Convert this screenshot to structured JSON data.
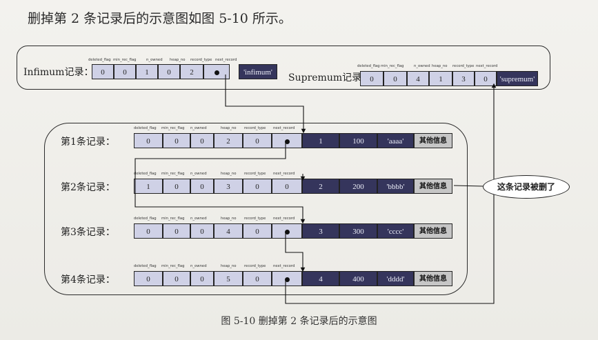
{
  "heading": "删掉第 2 条记录后的示意图如图 5-10 所示。",
  "caption": "图 5-10    删掉第 2 条记录后的示意图",
  "callout": "这条记录被删了",
  "infimum": {
    "label": "Infimum记录：",
    "headers": [
      "deleted_flag",
      "min_rec_flag",
      "n_owned",
      "heap_no",
      "record_type",
      "next_record"
    ],
    "values": [
      "0",
      "0",
      "1",
      "0",
      "2",
      "●",
      "'infimum'"
    ]
  },
  "supremum": {
    "label": "Supremum记录：",
    "headers": [
      "deleted_flag",
      "min_rec_flag",
      "n_owned",
      "heap_no",
      "record_type",
      "next_record"
    ],
    "values": [
      "0",
      "0",
      "4",
      "1",
      "3",
      "0",
      "'supremum'"
    ]
  },
  "records_headers": [
    "deleted_flag",
    "min_rec_flag",
    "n_owned",
    "heap_no",
    "record_type",
    "next_record"
  ],
  "records": [
    {
      "label": "第1条记录：",
      "values": [
        "0",
        "0",
        "0",
        "2",
        "0",
        "●",
        "1",
        "100",
        "'aaaa'",
        "其他信息"
      ]
    },
    {
      "label": "第2条记录：",
      "values": [
        "1",
        "0",
        "0",
        "3",
        "0",
        "0",
        "2",
        "200",
        "'bbbb'",
        "其他信息"
      ]
    },
    {
      "label": "第3条记录：",
      "values": [
        "0",
        "0",
        "0",
        "4",
        "0",
        "●",
        "3",
        "300",
        "'cccc'",
        "其他信息"
      ]
    },
    {
      "label": "第4条记录：",
      "values": [
        "0",
        "0",
        "0",
        "5",
        "0",
        "●",
        "4",
        "400",
        "'dddd'",
        "其他信息"
      ]
    }
  ]
}
